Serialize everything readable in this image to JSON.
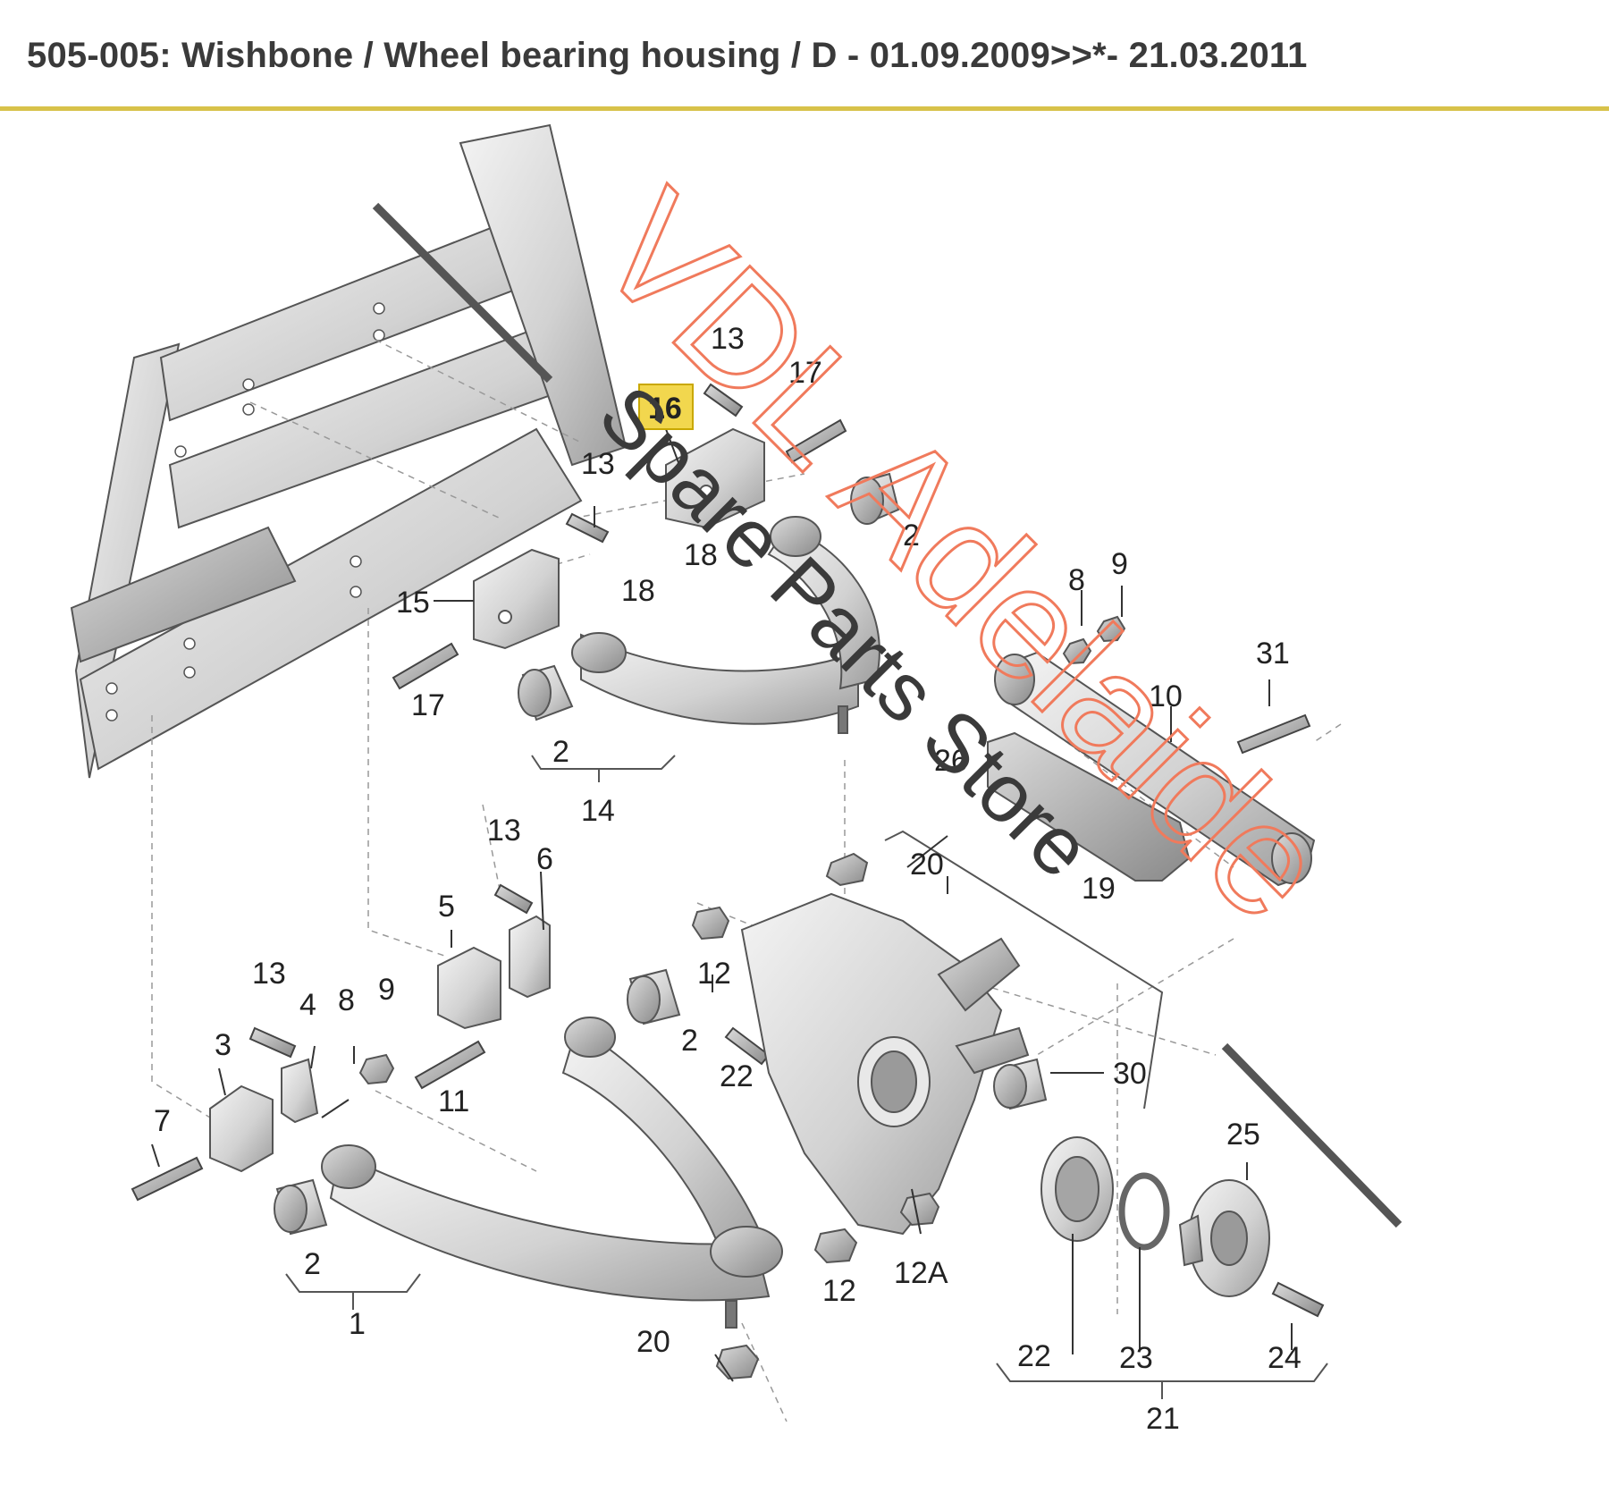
{
  "header": {
    "title": "505-005: Wishbone / Wheel bearing housing / D - 01.09.2009>>*- 21.03.2011"
  },
  "colors": {
    "rule": "#d8c24a",
    "highlight": "#f2d74e",
    "watermark_main": "#f07a5c",
    "watermark_sub": "#3a3a3a"
  },
  "watermark": {
    "main_text": "VDL Adelaide",
    "sub_text": "Spare Parts Store"
  },
  "labels": {
    "p1": "1",
    "p2a": "2",
    "p2b": "2",
    "p2c": "2",
    "p2d": "2",
    "p3": "3",
    "p4": "4",
    "p5": "5",
    "p6": "6",
    "p7": "7",
    "p8a": "8",
    "p8b": "8",
    "p9a": "9",
    "p9b": "9",
    "p10": "10",
    "p11": "11",
    "p12a": "12",
    "p12b": "12",
    "p12A": "12A",
    "p13a": "13",
    "p13b": "13",
    "p13c": "13",
    "p13d": "13",
    "p14": "14",
    "p15": "15",
    "p16": "16",
    "p17a": "17",
    "p17b": "17",
    "p18a": "18",
    "p18b": "18",
    "p19": "19",
    "p20a": "20",
    "p20b": "20",
    "p21": "21",
    "p22a": "22",
    "p22b": "22",
    "p23": "23",
    "p24": "24",
    "p25": "25",
    "p26": "26",
    "p30": "30",
    "p31": "31"
  }
}
